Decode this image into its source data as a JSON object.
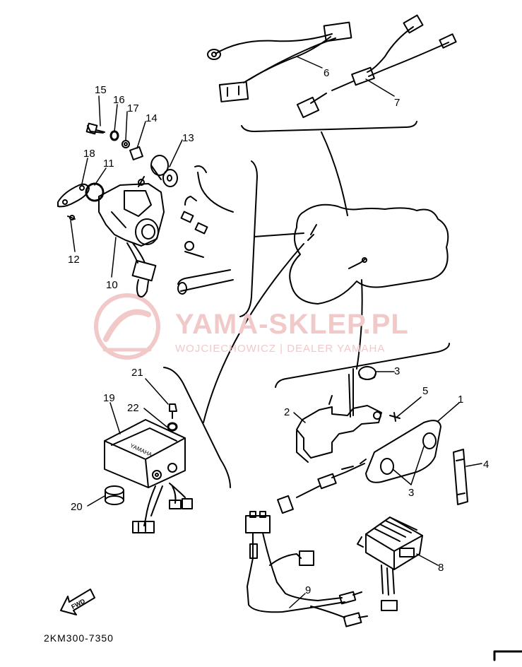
{
  "watermark": {
    "title": "YAMA-SKLEP.PL",
    "subtitle": "WOJCIECHOWICZ | DEALER YAMAHA"
  },
  "diagram_code": "2KM300-7350",
  "fwd_label": "FWD",
  "brand_on_unit": "YAMAHA",
  "callouts": [
    "1",
    "2",
    "3",
    "3",
    "3",
    "4",
    "5",
    "6",
    "7",
    "8",
    "9",
    "10",
    "11",
    "12",
    "13",
    "14",
    "15",
    "16",
    "17",
    "18",
    "19",
    "20",
    "21",
    "22"
  ],
  "colors": {
    "ink": "#000000",
    "watermark": "#f2c9c9",
    "paper": "#ffffff"
  }
}
